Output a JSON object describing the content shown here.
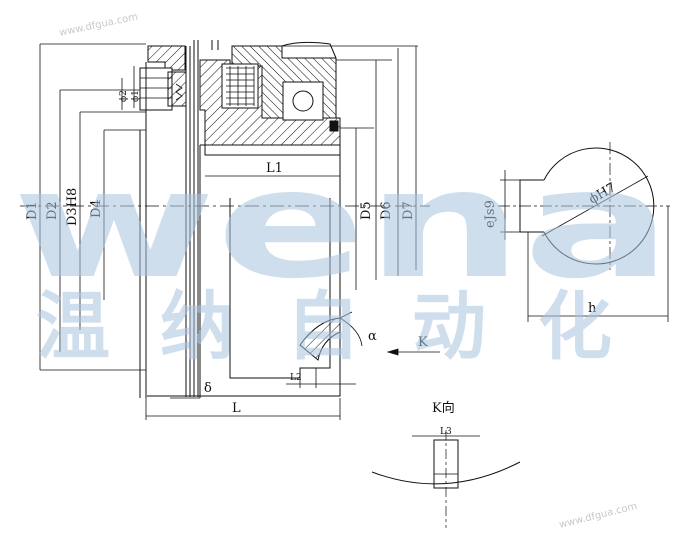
{
  "watermark": {
    "brand": "wena",
    "chinese": [
      "温",
      "纳",
      "自",
      "动",
      "化"
    ],
    "site_text": "www.dfgua.com",
    "color": "#a9c4df"
  },
  "labels": {
    "D1": "D1",
    "D2": "D2",
    "D3H8": "D3H8",
    "D4": "D4",
    "D5": "D5",
    "D6": "D6",
    "D7": "D7",
    "phi1": "ϕ1",
    "phi2": "ϕ2",
    "L1": "L1",
    "L2": "L2",
    "L3": "L3",
    "L": "L",
    "delta": "δ",
    "alpha": "α",
    "K": "K",
    "K_view": "K向",
    "phiH7": "ϕH7",
    "eJs9": "eJs9",
    "h": "h"
  },
  "colors": {
    "line": "#111111",
    "hatch": "#111111"
  }
}
